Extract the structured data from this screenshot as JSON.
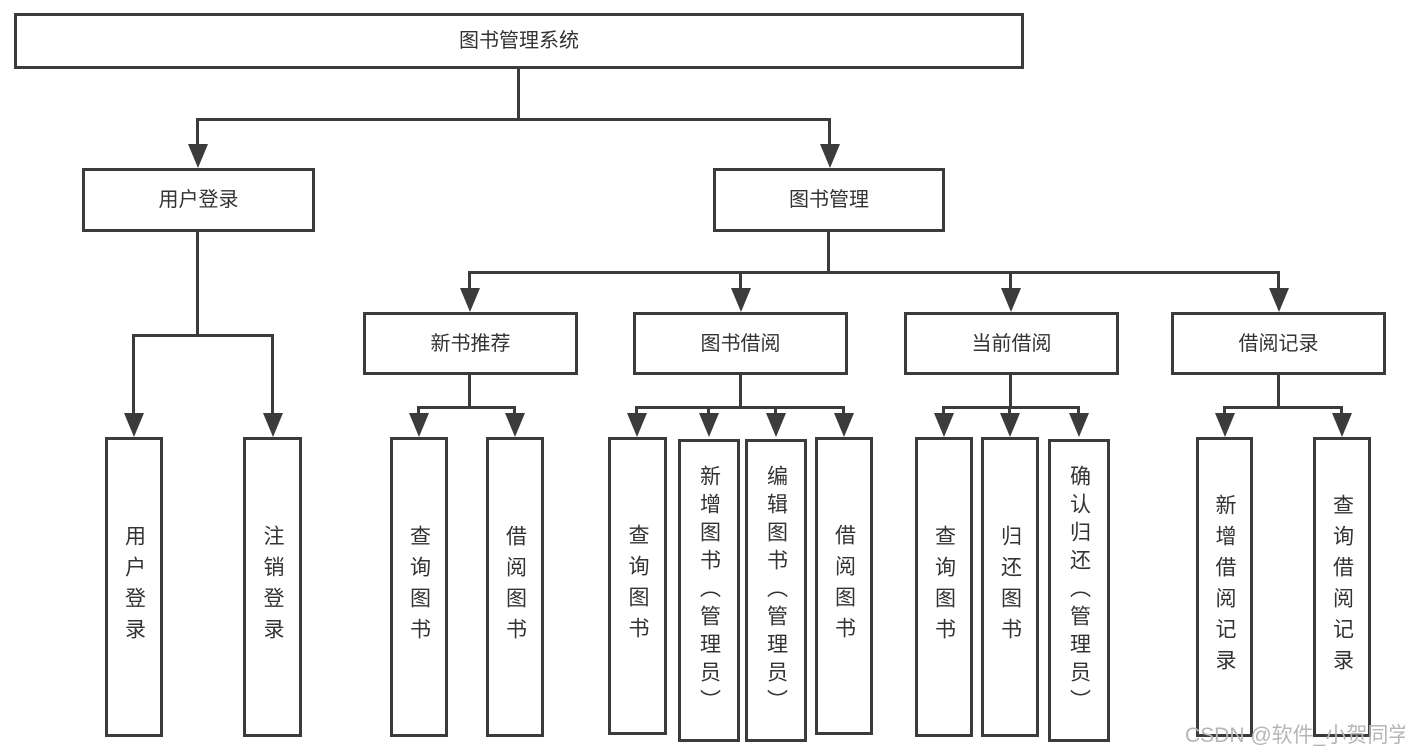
{
  "diagram": {
    "type": "hierarchy",
    "root": {
      "label": "图书管理系统",
      "children": [
        {
          "label": "用户登录",
          "children": [
            {
              "label": "用户登录"
            },
            {
              "label": "注销登录"
            }
          ]
        },
        {
          "label": "图书管理",
          "children": [
            {
              "label": "新书推荐",
              "children": [
                {
                  "label": "查询图书"
                },
                {
                  "label": "借阅图书"
                }
              ]
            },
            {
              "label": "图书借阅",
              "children": [
                {
                  "label": "查询图书"
                },
                {
                  "label": "新增图书（管理员）"
                },
                {
                  "label": "编辑图书（管理员）"
                },
                {
                  "label": "借阅图书"
                }
              ]
            },
            {
              "label": "当前借阅",
              "children": [
                {
                  "label": "查询图书"
                },
                {
                  "label": "归还图书"
                },
                {
                  "label": "确认归还（管理员）"
                }
              ]
            },
            {
              "label": "借阅记录",
              "children": [
                {
                  "label": "新增借阅记录"
                },
                {
                  "label": "查询借阅记录"
                }
              ]
            }
          ]
        }
      ]
    },
    "watermark": "CSDN @软件_小贺同学",
    "colors": {
      "line": "#3b3b3b",
      "text": "#333333",
      "background": "#ffffff",
      "watermark": "#b6b6b6"
    }
  }
}
